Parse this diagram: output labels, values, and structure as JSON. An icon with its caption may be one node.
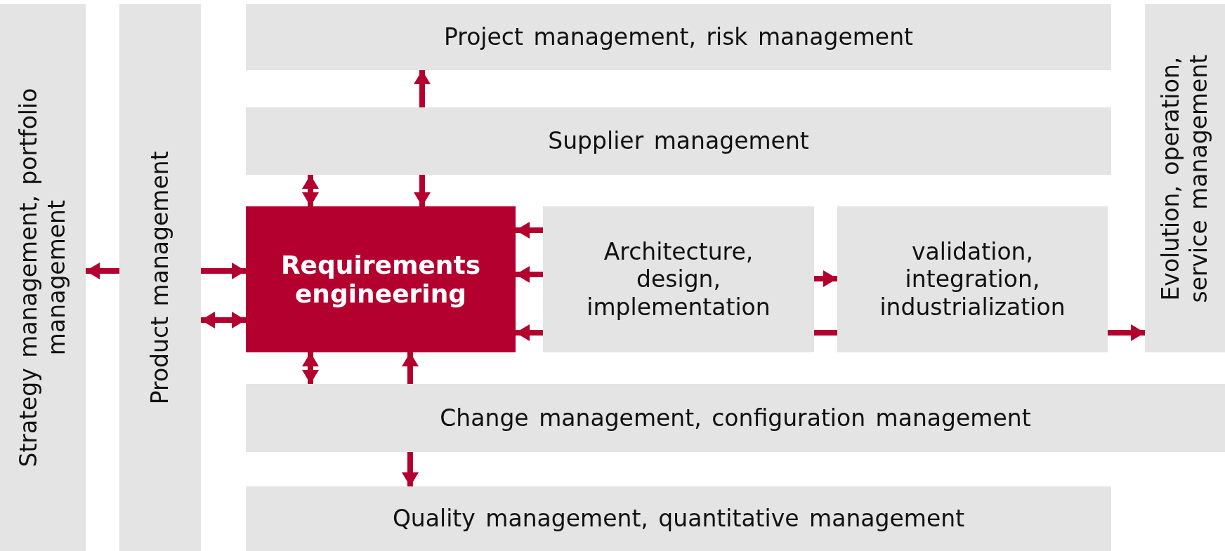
{
  "diagram": {
    "nodes": [
      {
        "text": [
          "Strategy management, portfolio management"
        ]
      },
      {
        "text": [
          "Product management"
        ]
      },
      {
        "text": [
          "Project management, risk management"
        ]
      },
      {
        "text": [
          "Supplier management"
        ]
      },
      {
        "text": [
          "Requirements engineering"
        ]
      },
      {
        "text": [
          "Architecture, design, implementation"
        ]
      },
      {
        "text": [
          "validation, integration, industrialization"
        ]
      },
      {
        "text": [
          "Evolution, operation, service management"
        ]
      },
      {
        "text": [
          "Change management, configuration management"
        ]
      },
      {
        "text": [
          "Quality management, quantitative management"
        ]
      }
    ],
    "edges": [
      {
        "from": 1,
        "to": 0,
        "arrow": "to"
      },
      {
        "from": 1,
        "to": 4,
        "arrow": "to"
      },
      {
        "from": 1,
        "to": 4,
        "arrow": "both"
      },
      {
        "from": 3,
        "to": 2,
        "arrow": "to"
      },
      {
        "from": 3,
        "to": 4,
        "arrow": "to"
      },
      {
        "from": 4,
        "to": 3,
        "arrow": "both"
      },
      {
        "from": 4,
        "to": 8,
        "arrow": "both"
      },
      {
        "from": 8,
        "to": 4,
        "arrow": "to"
      },
      {
        "from": 8,
        "to": 9,
        "arrow": "to"
      },
      {
        "from": 5,
        "to": 4,
        "arrow": "to"
      },
      {
        "from": 5,
        "to": 4,
        "arrow": "to"
      },
      {
        "from": 5,
        "to": 4,
        "arrow": "to"
      },
      {
        "from": 5,
        "to": 6,
        "arrow": "to"
      },
      {
        "from": 5,
        "to": 6,
        "arrow": "none"
      },
      {
        "from": 6,
        "to": 7,
        "arrow": "to"
      }
    ]
  }
}
